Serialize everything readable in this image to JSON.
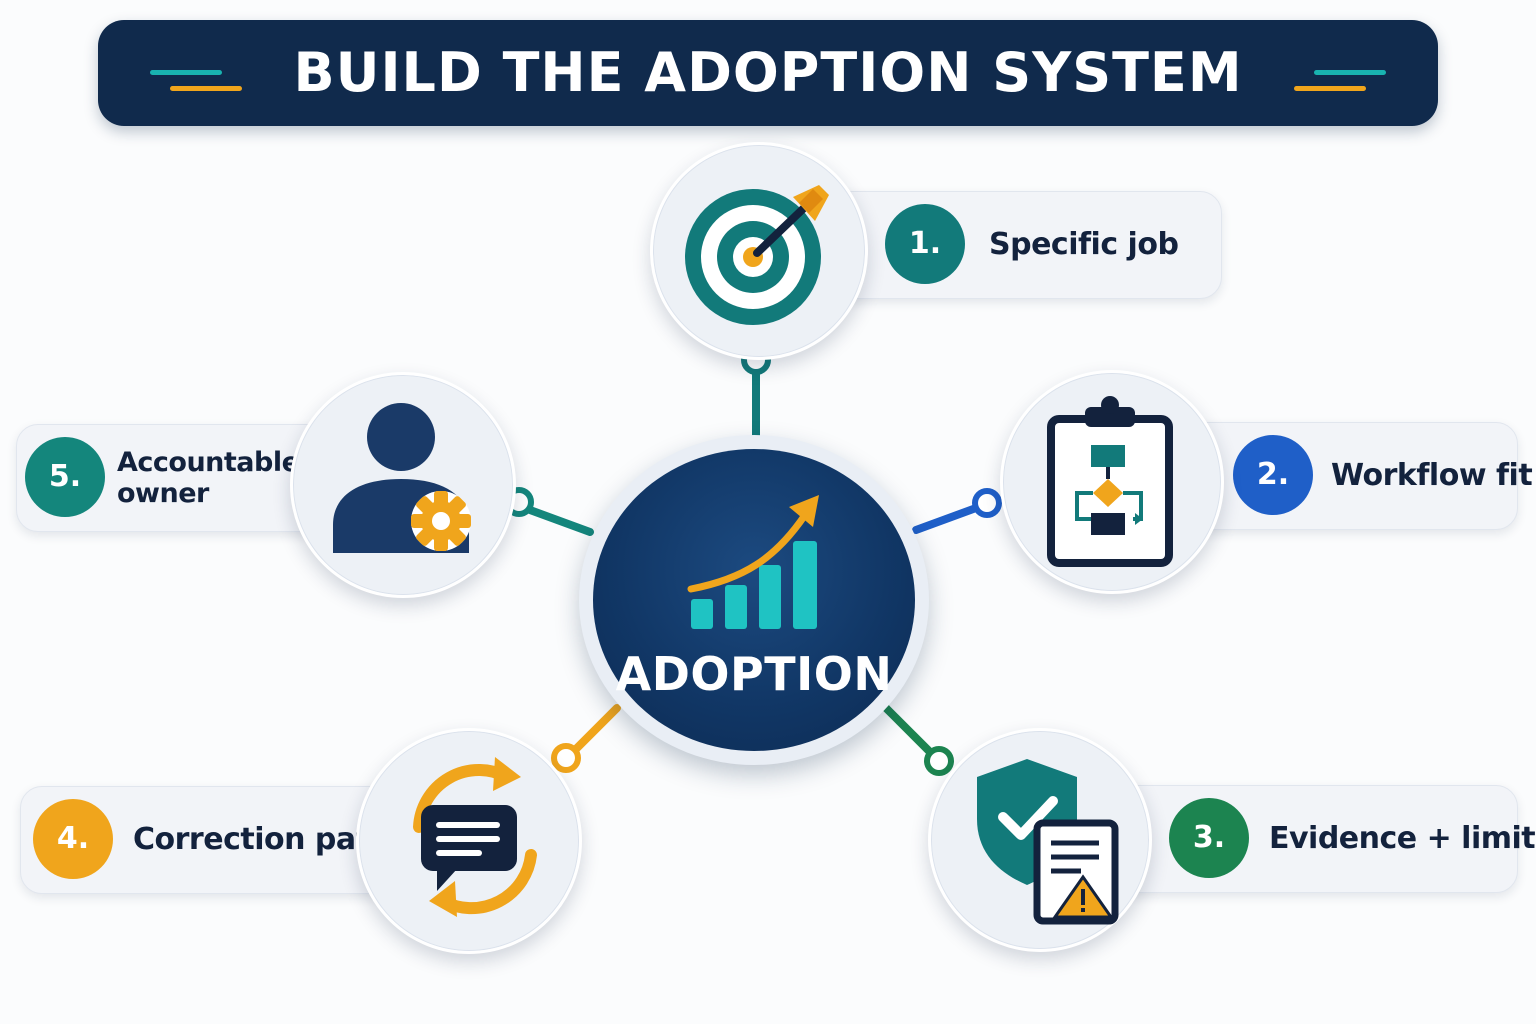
{
  "title": "BUILD THE ADOPTION SYSTEM",
  "hub": {
    "label": "ADOPTION",
    "icon": "growth-chart-icon"
  },
  "steps": [
    {
      "number": "1.",
      "label": "Specific job",
      "icon": "target-arrow-icon",
      "color": "#127a7a"
    },
    {
      "number": "2.",
      "label": "Workflow fit",
      "icon": "workflow-clipboard-icon",
      "color": "#1f5fc8"
    },
    {
      "number": "3.",
      "label": "Evidence + limits",
      "icon": "shield-document-warning-icon",
      "color": "#1c8450"
    },
    {
      "number": "4.",
      "label": "Correction path",
      "icon": "chat-refresh-icon",
      "color": "#f0a51c"
    },
    {
      "number": "5.",
      "label": "Accountable owner",
      "icon": "user-gear-icon",
      "color": "#14867c"
    }
  ],
  "colors": {
    "navy": "#102a4c",
    "teal": "#127a7a",
    "orange": "#f0a51c",
    "blue": "#1f5fc8",
    "green": "#1c8450"
  }
}
